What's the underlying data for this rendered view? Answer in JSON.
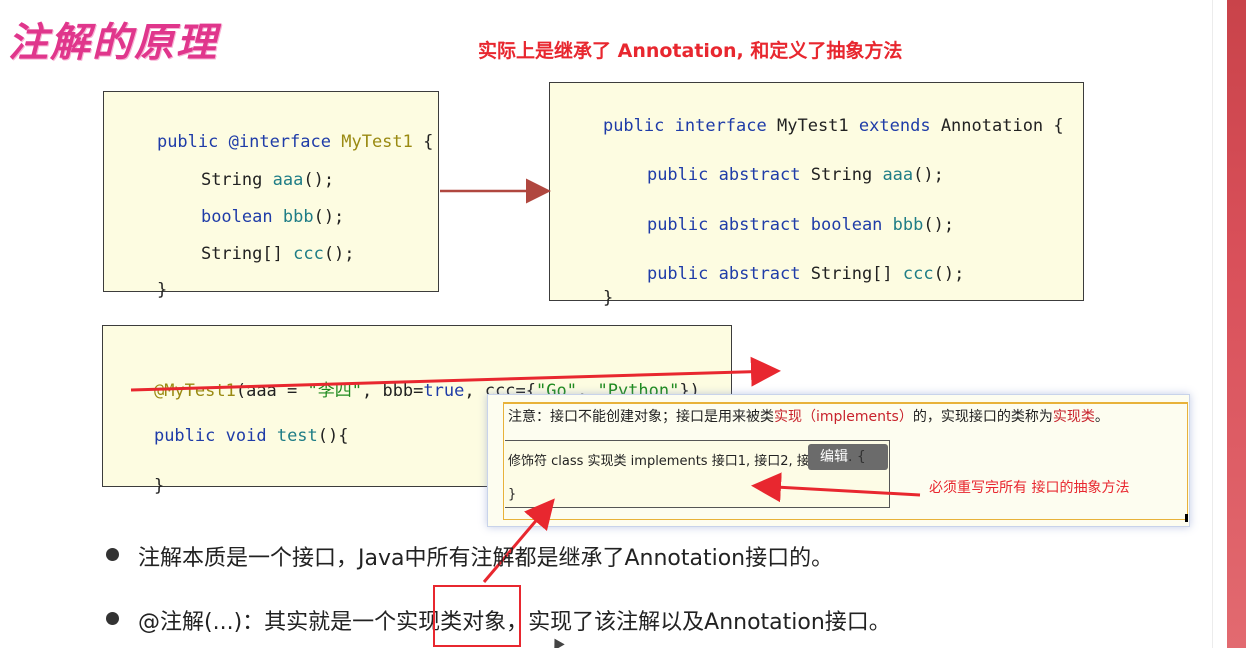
{
  "slide": {
    "title": "注解的原理",
    "red_caption": "实际上是继承了 Annotation, 和定义了抽象方法"
  },
  "code_left": {
    "line1": {
      "kw": "public",
      "ann": "@interface",
      "name": "MyTest1",
      "rest": " {"
    },
    "line2": {
      "type": "String",
      "method": "aaa",
      "rest": "();"
    },
    "line3": {
      "type": "boolean",
      "method": "bbb",
      "rest": "();"
    },
    "line4": {
      "type": "String[]",
      "method": "ccc",
      "rest": "();"
    },
    "line5": "}"
  },
  "code_right": {
    "line1": {
      "kw1": "public",
      "kw2": "interface",
      "name": "MyTest1",
      "kw3": "extends",
      "parent": "Annotation",
      "rest": " {"
    },
    "line2": {
      "kw1": "public",
      "kw2": "abstract",
      "type": "String",
      "method": "aaa",
      "rest": "();"
    },
    "line3": {
      "kw1": "public",
      "kw2": "abstract",
      "type": "boolean",
      "method": "bbb",
      "rest": "();"
    },
    "line4": {
      "kw1": "public",
      "kw2": "abstract",
      "type": "String[]",
      "method": "ccc",
      "rest": "();"
    },
    "line5": "}"
  },
  "code_usage": {
    "line1": {
      "ann": "@MyTest1",
      "p1": "(aaa = ",
      "s1": "\"李四\"",
      "p2": ", bbb=",
      "kw": "true",
      "p3": ", ccc={",
      "s2": "\"Go\"",
      "p4": ", ",
      "s3": "\"Python\"",
      "p5": "})"
    },
    "line2": {
      "kw1": "public",
      "kw2": "void",
      "method": "test",
      "rest": "(){"
    },
    "line3": "}"
  },
  "popup": {
    "note_a": "注意：接口不能创建对象；接口是用来被类",
    "note_b": "实现（implements）",
    "note_c": "的，实现接口的类称为",
    "note_d": "实现类",
    "note_e": "。",
    "code_line1": "修饰符 class 实现类 implements 接口1, 接口2, 接口3... {",
    "code_line2": "}",
    "edit_label": "编辑",
    "edit_rest": ". {",
    "must_text": "必须重写完所有 接口的抽象方法"
  },
  "bullets": [
    "注解本质是一个接口，Java中所有注解都是继承了Annotation接口的。",
    "@注解(...)：其实就是一个实现类对象，实现了该注解以及Annotation接口。"
  ],
  "colors": {
    "title_pink": "#e0368c",
    "caption_red": "#e8272f",
    "code_bg": "#fdfce1",
    "keyword_blue": "#1f3ca8",
    "string_green": "#1e8a1e"
  }
}
